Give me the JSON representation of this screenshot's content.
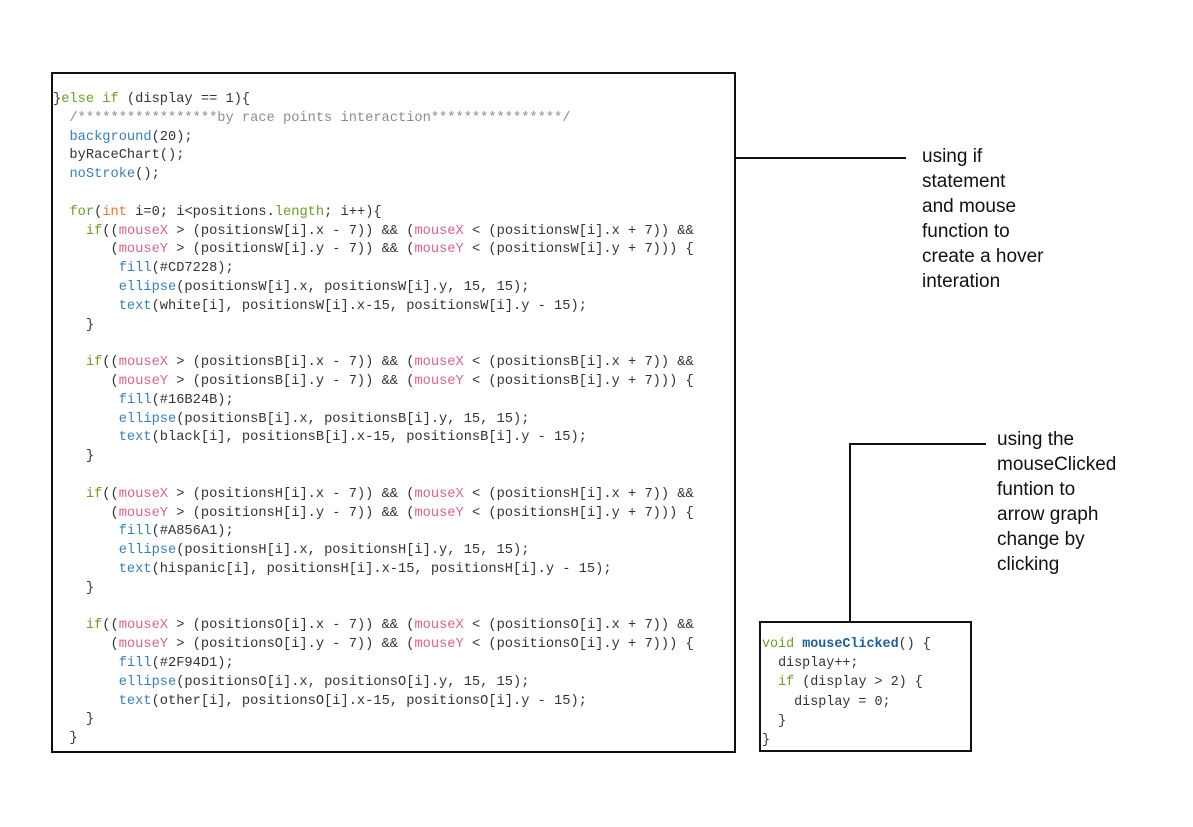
{
  "main_code": [
    [
      [
        "}",
        ""
      ],
      [
        "else if",
        "k"
      ],
      [
        " (display == 1){",
        ""
      ]
    ],
    [
      [
        "  /*****************by race points interaction****************/",
        "c"
      ]
    ],
    [
      [
        "  ",
        ""
      ],
      [
        "background",
        "f"
      ],
      [
        "(20);",
        ""
      ]
    ],
    [
      [
        "  byRaceChart();",
        ""
      ]
    ],
    [
      [
        "  ",
        ""
      ],
      [
        "noStroke",
        "f"
      ],
      [
        "();",
        ""
      ]
    ],
    [
      [
        "",
        ""
      ]
    ],
    [
      [
        "  ",
        ""
      ],
      [
        "for",
        "k"
      ],
      [
        "(",
        ""
      ],
      [
        "int",
        "t"
      ],
      [
        " i=0; i<positions.",
        ""
      ],
      [
        "length",
        "k"
      ],
      [
        "; i++){",
        ""
      ]
    ],
    [
      [
        "    ",
        ""
      ],
      [
        "if",
        "k"
      ],
      [
        "((",
        ""
      ],
      [
        "mouseX",
        "m"
      ],
      [
        " > (positionsW[i].x - 7)) && (",
        ""
      ],
      [
        "mouseX",
        "m"
      ],
      [
        " < (positionsW[i].x + 7)) &&",
        ""
      ]
    ],
    [
      [
        "       (",
        ""
      ],
      [
        "mouseY",
        "m"
      ],
      [
        " > (positionsW[i].y - 7)) && (",
        ""
      ],
      [
        "mouseY",
        "m"
      ],
      [
        " < (positionsW[i].y + 7))) {",
        ""
      ]
    ],
    [
      [
        "        ",
        ""
      ],
      [
        "fill",
        "f"
      ],
      [
        "(#CD7228);",
        ""
      ]
    ],
    [
      [
        "        ",
        ""
      ],
      [
        "ellipse",
        "f"
      ],
      [
        "(positionsW[i].x, positionsW[i].y, 15, 15);",
        ""
      ]
    ],
    [
      [
        "        ",
        ""
      ],
      [
        "text",
        "f"
      ],
      [
        "(white[i], positionsW[i].x-15, positionsW[i].y - 15);",
        ""
      ]
    ],
    [
      [
        "    }",
        ""
      ]
    ],
    [
      [
        "",
        ""
      ]
    ],
    [
      [
        "    ",
        ""
      ],
      [
        "if",
        "k"
      ],
      [
        "((",
        ""
      ],
      [
        "mouseX",
        "m"
      ],
      [
        " > (positionsB[i].x - 7)) && (",
        ""
      ],
      [
        "mouseX",
        "m"
      ],
      [
        " < (positionsB[i].x + 7)) &&",
        ""
      ]
    ],
    [
      [
        "       (",
        ""
      ],
      [
        "mouseY",
        "m"
      ],
      [
        " > (positionsB[i].y - 7)) && (",
        ""
      ],
      [
        "mouseY",
        "m"
      ],
      [
        " < (positionsB[i].y + 7))) {",
        ""
      ]
    ],
    [
      [
        "        ",
        ""
      ],
      [
        "fill",
        "f"
      ],
      [
        "(#16B24B);",
        ""
      ]
    ],
    [
      [
        "        ",
        ""
      ],
      [
        "ellipse",
        "f"
      ],
      [
        "(positionsB[i].x, positionsB[i].y, 15, 15);",
        ""
      ]
    ],
    [
      [
        "        ",
        ""
      ],
      [
        "text",
        "f"
      ],
      [
        "(black[i], positionsB[i].x-15, positionsB[i].y - 15);",
        ""
      ]
    ],
    [
      [
        "    }",
        ""
      ]
    ],
    [
      [
        "",
        ""
      ]
    ],
    [
      [
        "    ",
        ""
      ],
      [
        "if",
        "k"
      ],
      [
        "((",
        ""
      ],
      [
        "mouseX",
        "m"
      ],
      [
        " > (positionsH[i].x - 7)) && (",
        ""
      ],
      [
        "mouseX",
        "m"
      ],
      [
        " < (positionsH[i].x + 7)) &&",
        ""
      ]
    ],
    [
      [
        "       (",
        ""
      ],
      [
        "mouseY",
        "m"
      ],
      [
        " > (positionsH[i].y - 7)) && (",
        ""
      ],
      [
        "mouseY",
        "m"
      ],
      [
        " < (positionsH[i].y + 7))) {",
        ""
      ]
    ],
    [
      [
        "        ",
        ""
      ],
      [
        "fill",
        "f"
      ],
      [
        "(#A856A1);",
        ""
      ]
    ],
    [
      [
        "        ",
        ""
      ],
      [
        "ellipse",
        "f"
      ],
      [
        "(positionsH[i].x, positionsH[i].y, 15, 15);",
        ""
      ]
    ],
    [
      [
        "        ",
        ""
      ],
      [
        "text",
        "f"
      ],
      [
        "(hispanic[i], positionsH[i].x-15, positionsH[i].y - 15);",
        ""
      ]
    ],
    [
      [
        "    }",
        ""
      ]
    ],
    [
      [
        "",
        ""
      ]
    ],
    [
      [
        "    ",
        ""
      ],
      [
        "if",
        "k"
      ],
      [
        "((",
        ""
      ],
      [
        "mouseX",
        "m"
      ],
      [
        " > (positionsO[i].x - 7)) && (",
        ""
      ],
      [
        "mouseX",
        "m"
      ],
      [
        " < (positionsO[i].x + 7)) &&",
        ""
      ]
    ],
    [
      [
        "       (",
        ""
      ],
      [
        "mouseY",
        "m"
      ],
      [
        " > (positionsO[i].y - 7)) && (",
        ""
      ],
      [
        "mouseY",
        "m"
      ],
      [
        " < (positionsO[i].y + 7))) {",
        ""
      ]
    ],
    [
      [
        "        ",
        ""
      ],
      [
        "fill",
        "f"
      ],
      [
        "(#2F94D1);",
        ""
      ]
    ],
    [
      [
        "        ",
        ""
      ],
      [
        "ellipse",
        "f"
      ],
      [
        "(positionsO[i].x, positionsO[i].y, 15, 15);",
        ""
      ]
    ],
    [
      [
        "        ",
        ""
      ],
      [
        "text",
        "f"
      ],
      [
        "(other[i], positionsO[i].x-15, positionsO[i].y - 15);",
        ""
      ]
    ],
    [
      [
        "    }",
        ""
      ]
    ],
    [
      [
        "  }",
        ""
      ]
    ]
  ],
  "small_code": [
    [
      [
        "void",
        "k"
      ],
      [
        " ",
        ""
      ],
      [
        "mouseClicked",
        "fb"
      ],
      [
        "() {",
        ""
      ]
    ],
    [
      [
        "  display++;",
        ""
      ]
    ],
    [
      [
        "  ",
        ""
      ],
      [
        "if",
        "k"
      ],
      [
        " (display > 2) {",
        ""
      ]
    ],
    [
      [
        "    display = 0;",
        ""
      ]
    ],
    [
      [
        "  }",
        ""
      ]
    ],
    [
      [
        "}",
        ""
      ]
    ]
  ],
  "annotations": {
    "hover": "using if\nstatement\nand mouse\nfunction to\ncreate a hover\ninteration",
    "click": "using the\nmouseClicked\nfuntion to\narrow graph\nchange by\nclicking"
  }
}
